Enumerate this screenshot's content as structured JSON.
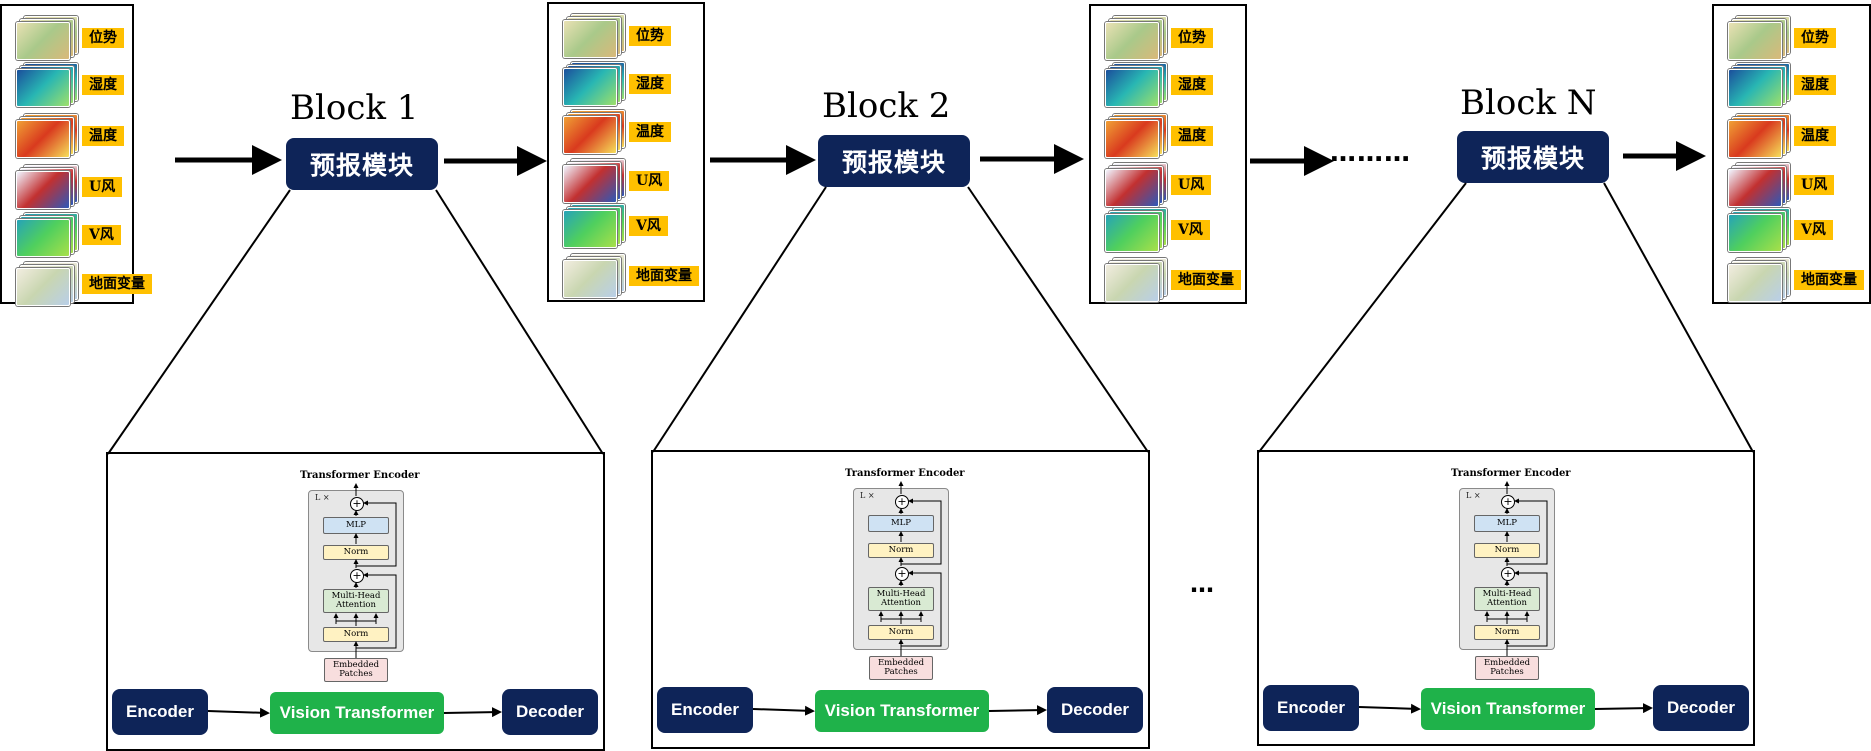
{
  "variables": [
    "位势",
    "湿度",
    "温度",
    "U风",
    "V风",
    "地面变量"
  ],
  "variable_icons": [
    "geopotential-map-icon",
    "humidity-map-icon",
    "temperature-map-icon",
    "u-wind-map-icon",
    "v-wind-map-icon",
    "surface-map-icon"
  ],
  "variable_colors": [
    [
      "#e9e1b4",
      "#a9c98a",
      "#d9b97a"
    ],
    [
      "#1b4f9c",
      "#28b6b3",
      "#9ee06a"
    ],
    [
      "#f0a035",
      "#d93a1e",
      "#f6df5a"
    ],
    [
      "#f1f5ff",
      "#c23030",
      "#2e58b8"
    ],
    [
      "#26a3b8",
      "#4fcf5e",
      "#a8e04a"
    ],
    [
      "#f2ede0",
      "#c9d6b0",
      "#b9cfe8"
    ]
  ],
  "blocks": [
    {
      "title": "Block 1",
      "label": "预报模块"
    },
    {
      "title": "Block 2",
      "label": "预报模块"
    },
    {
      "title": "Block N",
      "label": "预报模块"
    }
  ],
  "flow_ellipsis": "………",
  "detail_ellipsis": "…",
  "detail": {
    "encoder": "Encoder",
    "vit": "Vision Transformer",
    "decoder": "Decoder",
    "transformer": {
      "title": "Transformer Encoder",
      "repeat": "L ×",
      "mlp": "MLP",
      "norm": "Norm",
      "attention": "Multi-Head\nAttention",
      "patches": "Embedded\nPatches",
      "plus": "+"
    }
  },
  "colors": {
    "block_blue": "#0e2458",
    "vit_green": "#1fb24a",
    "label_yellow": "#ffc000"
  }
}
